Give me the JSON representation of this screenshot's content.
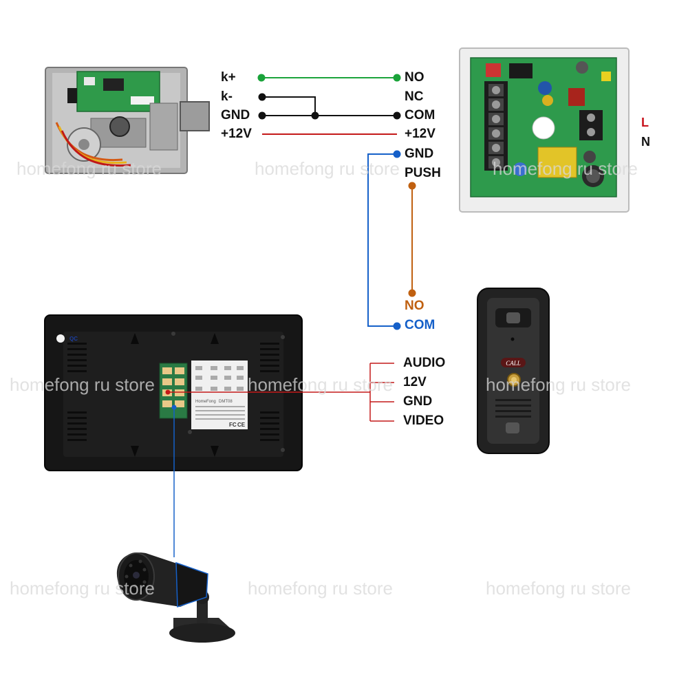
{
  "lock_terminals": {
    "k_plus": "k+",
    "k_minus": "k-",
    "gnd": "GND",
    "v12": "+12V"
  },
  "supply_terminals": {
    "no": "NO",
    "nc": "NC",
    "com": "COM",
    "v12": "+12V",
    "gnd": "GND",
    "push": "PUSH"
  },
  "mains": {
    "l": "L",
    "n": "N"
  },
  "doorbell_switch": {
    "no": "NO",
    "com": "COM"
  },
  "monitor_outputs": [
    "AUDIO",
    "12V",
    "GND",
    "VIDEO"
  ],
  "doorbell": {
    "call_button": "CALL"
  },
  "monitor": {
    "qc_label": "QC",
    "brand": "HomeFong",
    "model": "DMT08",
    "fc_mark": "FC",
    "ce_mark": "CE"
  },
  "watermark": "homefong ru store",
  "colors": {
    "green_wire": "#1aa33a",
    "black_wire": "#111111",
    "red_wire": "#c41818",
    "blue_wire": "#1560c9",
    "brown_wire": "#c06010",
    "mains_l": "#c8141e",
    "pcb_green": "#2e9a4c"
  }
}
